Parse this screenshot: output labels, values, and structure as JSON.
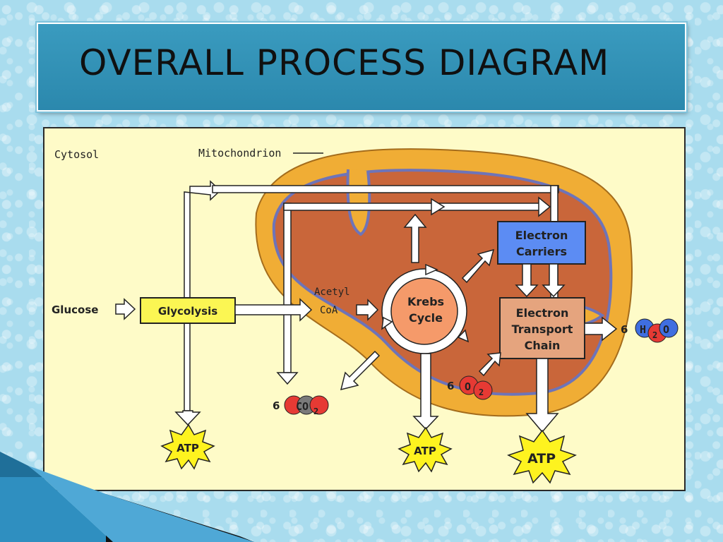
{
  "slide": {
    "title": "OVERALL PROCESS DIAGRAM"
  },
  "diagram": {
    "labels": {
      "cytosol": "Cytosol",
      "mitochondrion": "Mitochondrion",
      "glucose": "Glucose",
      "glycolysis": "Glycolysis",
      "acetyl": "Acetyl",
      "coa": "CoA",
      "krebs_line1": "Krebs",
      "krebs_line2": "Cycle",
      "electron_carriers_line1": "Electron",
      "electron_carriers_line2": "Carriers",
      "etc_line1": "Electron",
      "etc_line2": "Transport",
      "etc_line3": "Chain",
      "co2_count": "6",
      "co2_formula": "CO",
      "co2_sub": "2",
      "o2_count": "6",
      "o2_formula": "O",
      "o2_sub": "2",
      "h2o_count": "6",
      "h2o_h": "H",
      "h2o_sub": "2",
      "h2o_o": "O",
      "atp_1": "ATP",
      "atp_2": "ATP",
      "atp_3": "ATP"
    },
    "colors": {
      "panel_bg": "#fefbc8",
      "mito_outer": "#f0ad35",
      "mito_inner": "#c9663a",
      "cristae": "#6e74b8",
      "glycolysis_box": "#fbf653",
      "krebs_fill": "#f59a6a",
      "electron_carriers_box": "#5c8cf3",
      "etc_box": "#e5a47e",
      "atp_star": "#fef31f",
      "co2_red": "#e63a34",
      "co2_gray": "#7a7a7a",
      "h2o_blue": "#3f6ee0"
    }
  }
}
